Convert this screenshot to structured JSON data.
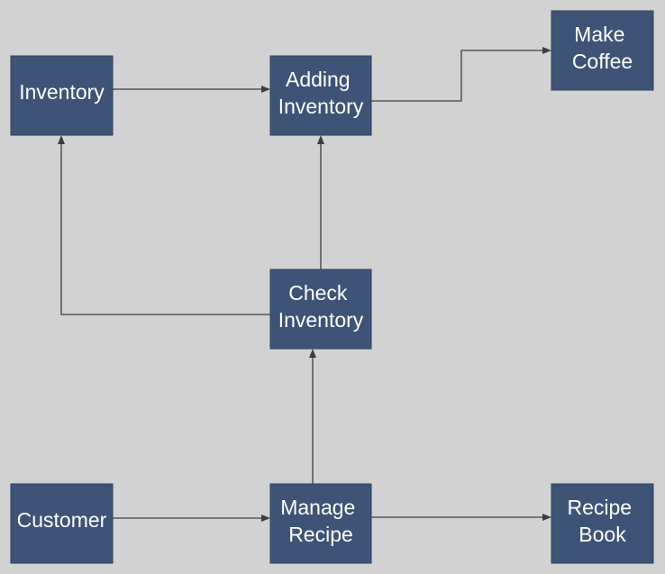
{
  "diagram": {
    "colors": {
      "background": "#d2d2d2",
      "node_fill": "#3d5477",
      "node_text": "#ffffff",
      "edge": "#3d3d45"
    },
    "nodes": [
      {
        "id": "inventory",
        "lines": [
          "Inventory"
        ]
      },
      {
        "id": "adding-inventory",
        "lines": [
          "Adding",
          "Inventory"
        ]
      },
      {
        "id": "make-coffee",
        "lines": [
          "Make",
          "Coffee"
        ]
      },
      {
        "id": "check-inventory",
        "lines": [
          "Check",
          "Inventory"
        ]
      },
      {
        "id": "customer",
        "lines": [
          "Customer"
        ]
      },
      {
        "id": "manage-recipe",
        "lines": [
          "Manage",
          "Recipe"
        ]
      },
      {
        "id": "recipe-book",
        "lines": [
          "Recipe",
          "Book"
        ]
      }
    ],
    "edges": [
      {
        "from": "inventory",
        "to": "adding-inventory"
      },
      {
        "from": "adding-inventory",
        "to": "make-coffee"
      },
      {
        "from": "check-inventory",
        "to": "inventory"
      },
      {
        "from": "check-inventory",
        "to": "adding-inventory"
      },
      {
        "from": "manage-recipe",
        "to": "check-inventory"
      },
      {
        "from": "customer",
        "to": "manage-recipe"
      },
      {
        "from": "manage-recipe",
        "to": "recipe-book"
      }
    ]
  }
}
